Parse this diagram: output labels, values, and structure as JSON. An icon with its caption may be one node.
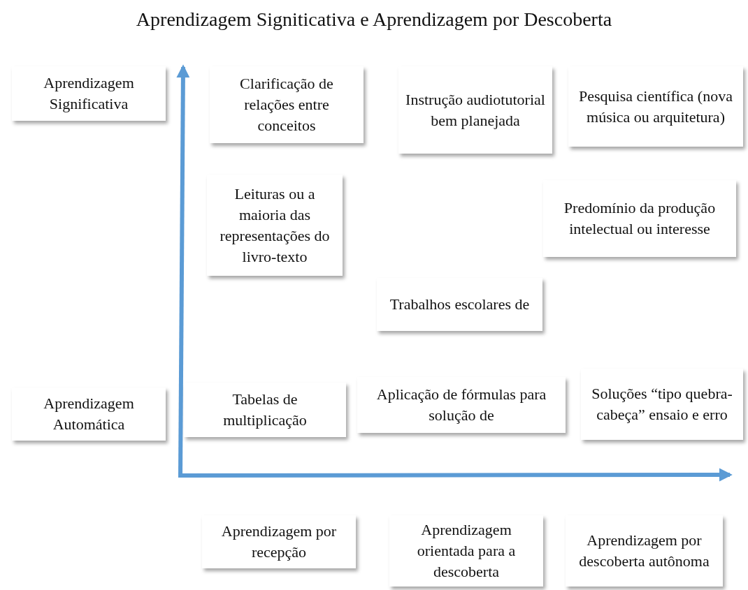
{
  "diagram": {
    "title": "Aprendizagem Signiticativa e Aprendizagem por Descoberta",
    "nodes": [
      {
        "text": [
          "Aprendizagem Significativa"
        ]
      },
      {
        "text": [
          "Clarificação de relações entre conceitos"
        ]
      },
      {
        "text": [
          "Instrução audiotutorial bem planejada"
        ]
      },
      {
        "text": [
          "Pesquisa científica (nova música ou arquitetura)"
        ]
      },
      {
        "text": [
          "Leituras ou a maioria das representações do livro-texto"
        ]
      },
      {
        "text": [
          "Predomínio da produção intelectual ou interesse"
        ]
      },
      {
        "text": [
          "Trabalhos escolares de"
        ]
      },
      {
        "text": [
          "Aprendizagem Automática"
        ]
      },
      {
        "text": [
          "Tabelas de multiplicação"
        ]
      },
      {
        "text": [
          "Aplicação de fórmulas para solução de"
        ]
      },
      {
        "text": [
          "Soluções “tipo quebra-cabeça” ensaio e erro"
        ]
      },
      {
        "text": [
          "Aprendizagem por recepção"
        ]
      },
      {
        "text": [
          "Aprendizagem orientada para a descoberta"
        ]
      },
      {
        "text": [
          "Aprendizagem por descoberta autônoma"
        ]
      }
    ]
  }
}
